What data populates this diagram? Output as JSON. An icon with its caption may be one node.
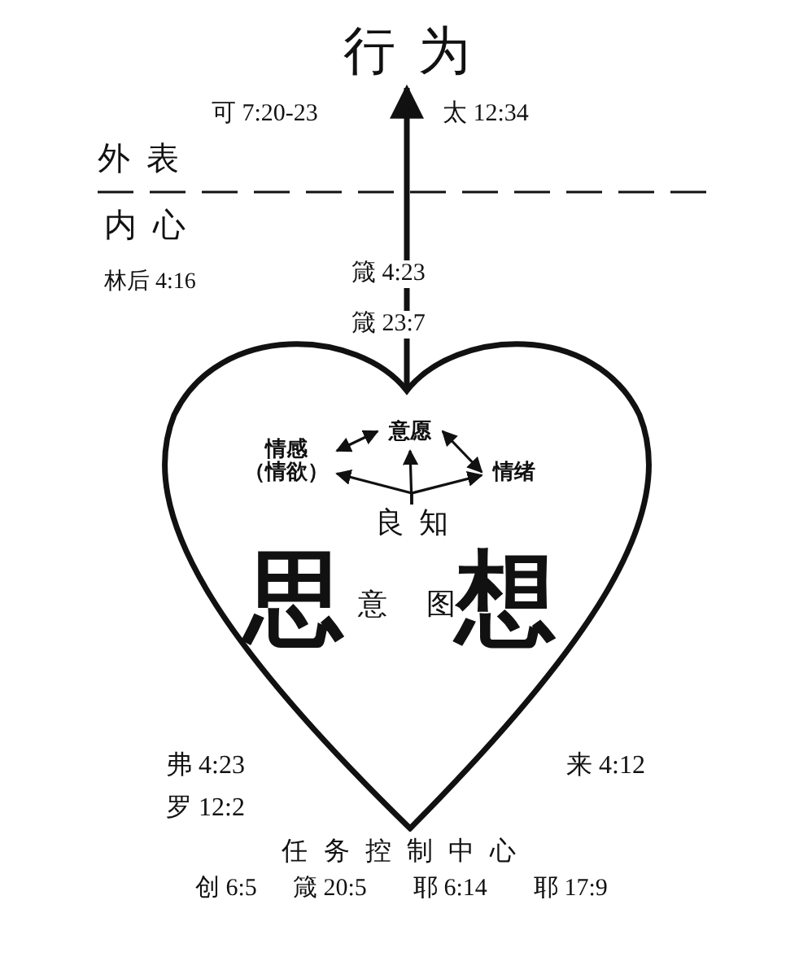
{
  "diagram": {
    "nodes": [
      {
        "text": [
          "行为"
        ]
      },
      {
        "text": [
          "任务控制中心"
        ]
      },
      {
        "text": [
          "意愿"
        ],
        "in": 1
      },
      {
        "text": [
          "情感（情欲）"
        ],
        "in": 1
      },
      {
        "text": [
          "情绪"
        ],
        "in": 1
      },
      {
        "text": [
          "良知"
        ],
        "in": 1
      }
    ],
    "edges": [
      {
        "from": 1,
        "to": 0,
        "arrow": "to",
        "style": "thick"
      },
      {
        "from": 5,
        "to": 2,
        "arrow": "to"
      },
      {
        "from": 5,
        "to": 3,
        "arrow": "to"
      },
      {
        "from": 5,
        "to": 4,
        "arrow": "to"
      },
      {
        "from": 2,
        "to": 3,
        "arrow": "both"
      },
      {
        "from": 2,
        "to": 4,
        "arrow": "both"
      }
    ],
    "labels": [
      "可 7:20-23",
      "太 12:34",
      "外表",
      "内心",
      "林后 4:16",
      "箴 4:23",
      "箴 23:7",
      "思",
      "意",
      "图",
      "想",
      "弗 4:23",
      "来 4:12",
      "罗 12:2",
      "创 6:5",
      "箴 20:5",
      "耶 6:14",
      "耶 17:9"
    ]
  }
}
